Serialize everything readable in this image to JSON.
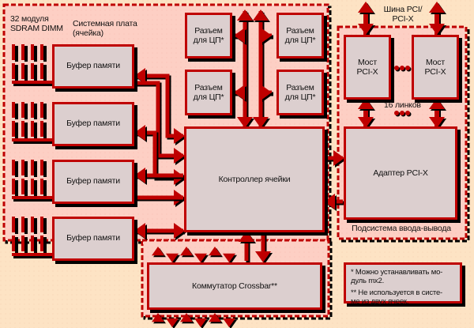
{
  "colors": {
    "background": "#fde3c4",
    "region_fill": "#fdcfc4",
    "accent_red": "#bf0000",
    "box_fill": "#dccfcf",
    "shadow": "#000000"
  },
  "diagram": {
    "cell_region": {
      "title": "Системная плата\n(ячейка)",
      "dimm_label": "32 модуля\nSDRAM DIMM"
    },
    "memory_buffers": [
      {
        "label": "Буфер памяти"
      },
      {
        "label": "Буфер памяти"
      },
      {
        "label": "Буфер памяти"
      },
      {
        "label": "Буфер памяти"
      }
    ],
    "cpu_sockets": [
      {
        "label": "Разъем\nдля ЦП*"
      },
      {
        "label": "Разъем\nдля ЦП*"
      },
      {
        "label": "Разъем\nдля ЦП*"
      },
      {
        "label": "Разъем\nдля ЦП*"
      }
    ],
    "cell_controller": {
      "label": "Контроллер ячейки"
    },
    "crossbar": {
      "label": "Коммутатор Crossbar**"
    },
    "io_subsystem": {
      "title": "Подсистема ввода-вывода",
      "bus_label": "Шина PCI/\nPCI-X",
      "links_label": "16 линков",
      "bridges": [
        {
          "label": "Мост\nPCI-X"
        },
        {
          "label": "Мост\nPCI-X"
        }
      ],
      "adapter": {
        "label": "Адаптер PCI-X"
      }
    },
    "footnotes": [
      "* Можно устанавливать мо-\nдуль mx2.",
      "** Не используется в систе-\nме из двух ячеек."
    ]
  }
}
